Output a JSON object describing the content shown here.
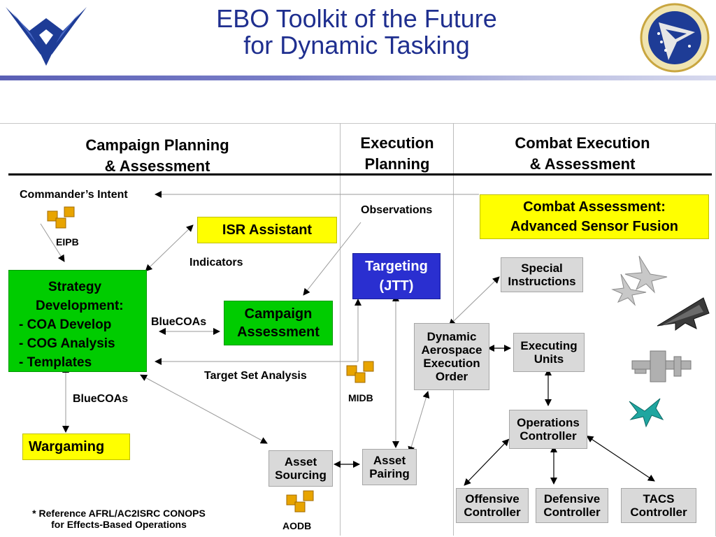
{
  "header": {
    "title_line1": "EBO Toolkit of the Future",
    "title_line2": "for Dynamic Tasking"
  },
  "columns": {
    "campaign_line1": "Campaign  Planning",
    "campaign_line2": "& Assessment",
    "execution_line1": "Execution",
    "execution_line2": "Planning",
    "combat_line1": "Combat Execution",
    "combat_line2": "& Assessment"
  },
  "labels": {
    "commanders_intent": "Commander’s Intent",
    "eipb": "EIPB",
    "indicators": "Indicators",
    "observations": "Observations",
    "blue_coas_1": "BlueCOAs",
    "blue_coas_2": "BlueCOAs",
    "target_set_analysis": "Target Set Analysis",
    "midb": "MIDB",
    "aodb": "AODB",
    "footnote_line1": "* Reference AFRL/AC2ISRC CONOPS",
    "footnote_line2": "for Effects-Based Operations"
  },
  "boxes": {
    "isr_assistant": "ISR Assistant",
    "strategy_line1": "Strategy",
    "strategy_line2": "Development:",
    "strategy_item1": "-  COA Develop",
    "strategy_item2": "-  COG Analysis",
    "strategy_item3": "-  Templates",
    "campaign_assessment_line1": "Campaign",
    "campaign_assessment_line2": "Assessment",
    "wargaming": "Wargaming",
    "targeting_line1": "Targeting",
    "targeting_line2": "(JTT)",
    "combat_assessment_line1": "Combat Assessment:",
    "combat_assessment_line2": "Advanced Sensor Fusion",
    "special_line1": "Special",
    "special_line2": "Instructions",
    "dynamic_line1": "Dynamic",
    "dynamic_line2": "Aerospace",
    "dynamic_line3": "Execution",
    "dynamic_line4": "Order",
    "executing_line1": "Executing",
    "executing_line2": "Units",
    "ops_line1": "Operations",
    "ops_line2": "Controller",
    "asset_sourcing_line1": "Asset",
    "asset_sourcing_line2": "Sourcing",
    "asset_pairing_line1": "Asset",
    "asset_pairing_line2": "Pairing",
    "offensive_line1": "Offensive",
    "offensive_line2": "Controller",
    "defensive_line1": "Defensive",
    "defensive_line2": "Controller",
    "tacs_line1": "TACS",
    "tacs_line2": "Controller"
  },
  "icons": {
    "left_logo": "air-force-wings-logo",
    "right_logo": "afrl-shield-logo",
    "database": "database-cylinders-icon",
    "aircraft": "aircraft-silhouette-icon"
  },
  "colors": {
    "title": "#1f2f8f",
    "green_box": "#00cc00",
    "yellow_box": "#ffff00",
    "blue_box": "#2a2fd0",
    "gray_box": "#d9d9d9",
    "database": "#e8a400"
  }
}
